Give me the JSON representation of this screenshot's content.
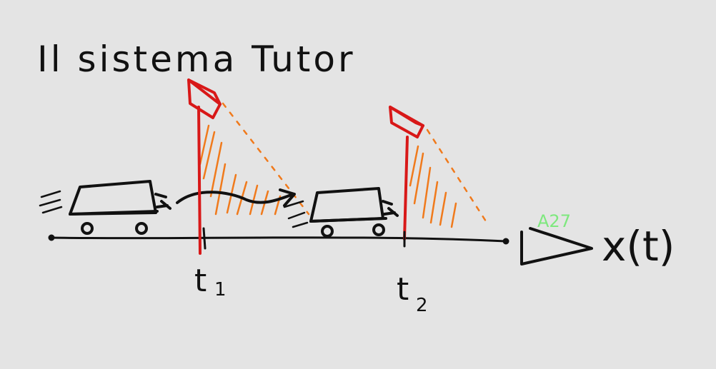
{
  "title": "Il sistema Tutor",
  "labels": {
    "t1": "t",
    "t1_sub": "1",
    "t2": "t",
    "t2_sub": "2",
    "axis": "x(t)",
    "road": "A27"
  },
  "colors": {
    "background": "#e4e4e4",
    "ink": "#111111",
    "camera": "#d81818",
    "beam": "#f07a1c",
    "road_label": "#7ee87e"
  }
}
